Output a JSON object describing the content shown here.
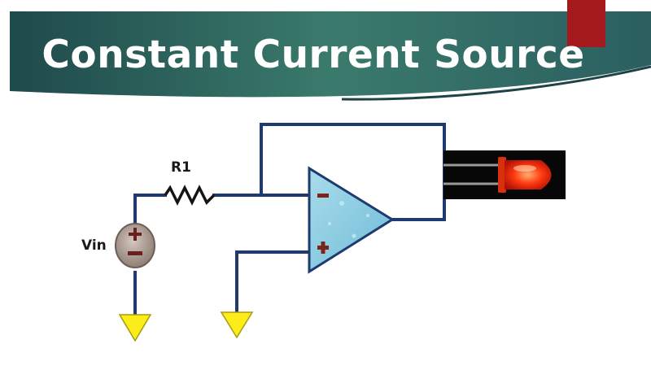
{
  "slide": {
    "title": "Constant Current Source"
  },
  "circuit": {
    "resistor_label": "R1",
    "source_label": "Vin",
    "components": [
      "resistor-r1",
      "voltage-source-vin",
      "op-amp",
      "led",
      "ground",
      "ground"
    ]
  },
  "colors": {
    "banner_dark": "#1d4a4b",
    "banner_light": "#3f7a70",
    "accent_red": "#a3191c",
    "wire": "#1f3a6e",
    "opamp_fill": "#8fd0e4",
    "ground_fill": "#fcec19",
    "source_fill": "#b8a79c"
  }
}
